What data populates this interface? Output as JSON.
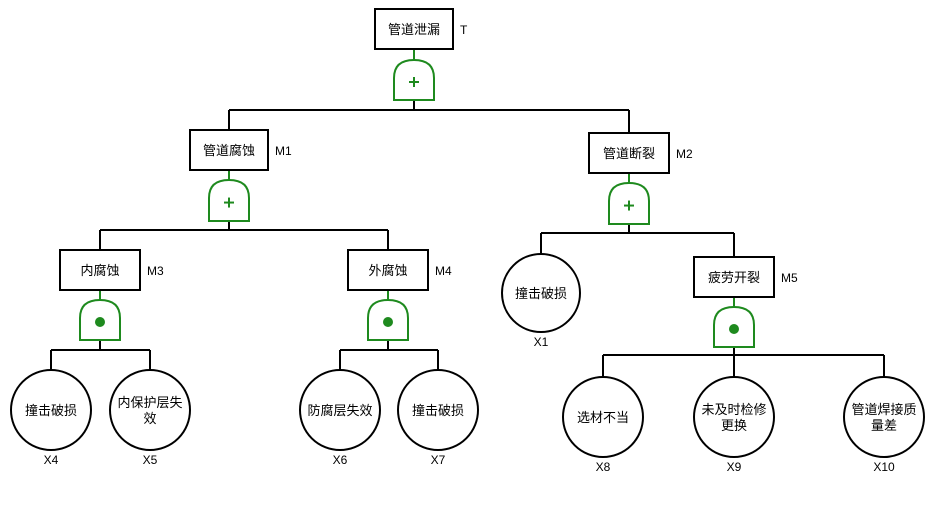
{
  "diagram": {
    "type": "fault-tree",
    "colors": {
      "gate": "#1e8a1e",
      "line": "#000000"
    },
    "events": [
      {
        "id": "T",
        "kind": "intermediate",
        "label": [
          "管道泄漏"
        ],
        "tag": "T"
      },
      {
        "id": "M1",
        "kind": "intermediate",
        "label": [
          "管道腐蚀"
        ],
        "tag": "M1",
        "parent": "T"
      },
      {
        "id": "M2",
        "kind": "intermediate",
        "label": [
          "管道断裂"
        ],
        "tag": "M2",
        "parent": "T"
      },
      {
        "id": "M3",
        "kind": "intermediate",
        "label": [
          "内腐蚀"
        ],
        "tag": "M3",
        "parent": "M1"
      },
      {
        "id": "M4",
        "kind": "intermediate",
        "label": [
          "外腐蚀"
        ],
        "tag": "M4",
        "parent": "M1"
      },
      {
        "id": "X1",
        "kind": "basic",
        "label": [
          "撞击破损"
        ],
        "tag": "X1",
        "parent": "M2"
      },
      {
        "id": "M5",
        "kind": "intermediate",
        "label": [
          "疲劳开裂"
        ],
        "tag": "M5",
        "parent": "M2"
      },
      {
        "id": "X4",
        "kind": "basic",
        "label": [
          "撞击破损"
        ],
        "tag": "X4",
        "parent": "M3"
      },
      {
        "id": "X5",
        "kind": "basic",
        "label": [
          "内保护层失",
          "效"
        ],
        "tag": "X5",
        "parent": "M3"
      },
      {
        "id": "X6",
        "kind": "basic",
        "label": [
          "防腐层失效"
        ],
        "tag": "X6",
        "parent": "M4"
      },
      {
        "id": "X7",
        "kind": "basic",
        "label": [
          "撞击破损"
        ],
        "tag": "X7",
        "parent": "M4"
      },
      {
        "id": "X8",
        "kind": "basic",
        "label": [
          "选材不当"
        ],
        "tag": "X8",
        "parent": "M5"
      },
      {
        "id": "X9",
        "kind": "basic",
        "label": [
          "未及时检修",
          "更换"
        ],
        "tag": "X9",
        "parent": "M5"
      },
      {
        "id": "X10",
        "kind": "basic",
        "label": [
          "管道焊接质",
          "量差"
        ],
        "tag": "X10",
        "parent": "M5"
      }
    ],
    "gates": [
      {
        "for": "T",
        "type": "OR",
        "symbol": "+"
      },
      {
        "for": "M1",
        "type": "OR",
        "symbol": "+"
      },
      {
        "for": "M2",
        "type": "OR",
        "symbol": "+"
      },
      {
        "for": "M3",
        "type": "AND",
        "symbol": "●"
      },
      {
        "for": "M4",
        "type": "AND",
        "symbol": "●"
      },
      {
        "for": "M5",
        "type": "AND",
        "symbol": "●"
      }
    ]
  }
}
